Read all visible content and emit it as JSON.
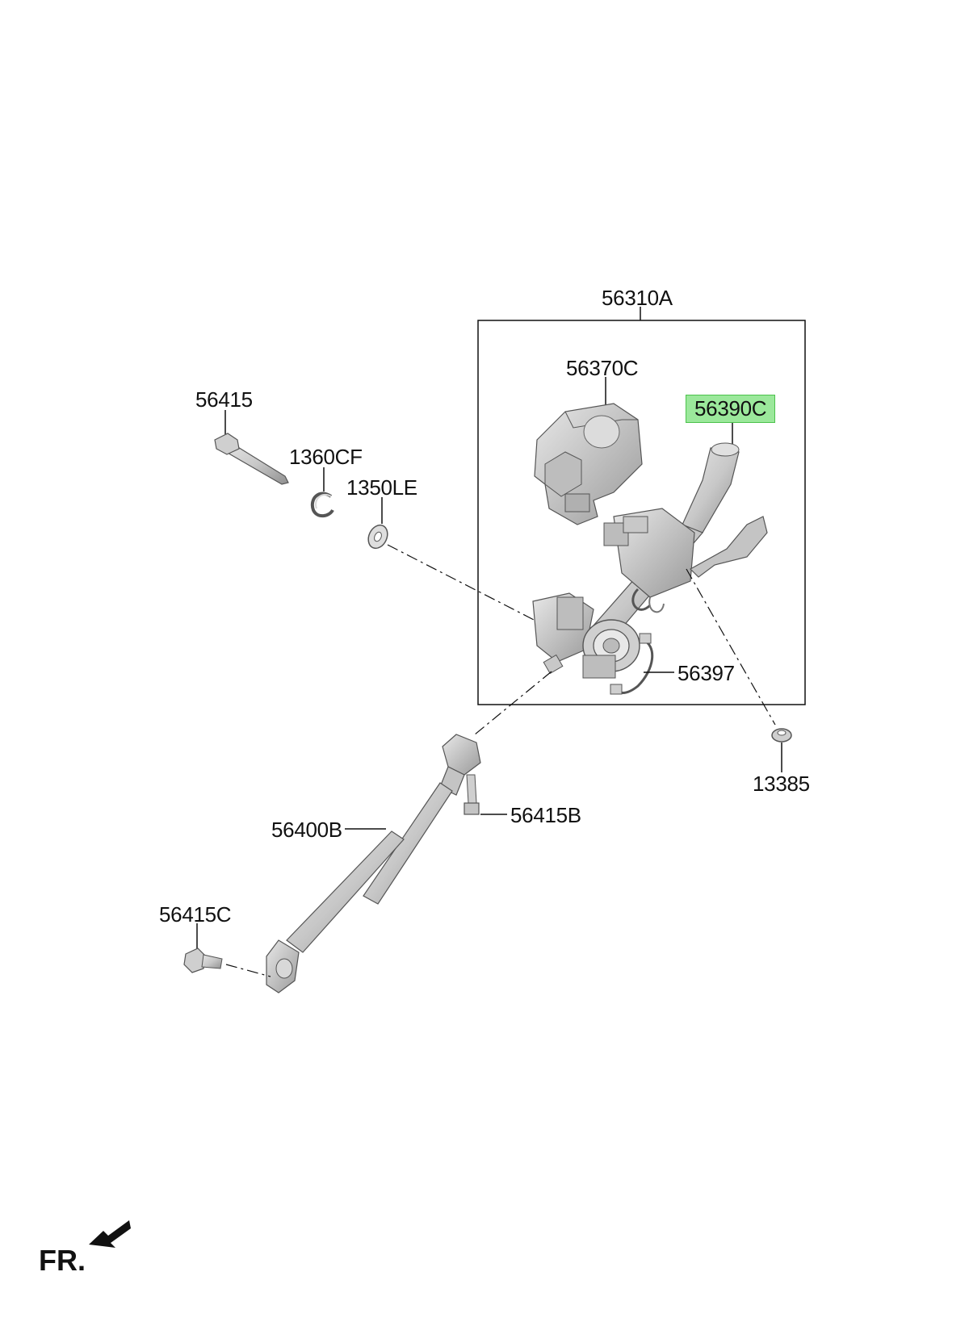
{
  "diagram": {
    "parts": {
      "column_assembly": "56310A",
      "ecu_unit": "56370C",
      "column_selected": "56390C",
      "bolt": "56415",
      "clip": "1360CF",
      "washer": "1350LE",
      "cable": "56397",
      "nut": "13385",
      "joint_bolt_b": "56415B",
      "shaft": "56400B",
      "joint_bolt_c": "56415C"
    },
    "direction_label": "FR."
  },
  "colors": {
    "highlight_fill": "#9be89b",
    "highlight_border": "#4cc24c",
    "line": "#111111",
    "part_fill": "#d3d3d3",
    "part_shade": "#a9a9a9"
  }
}
